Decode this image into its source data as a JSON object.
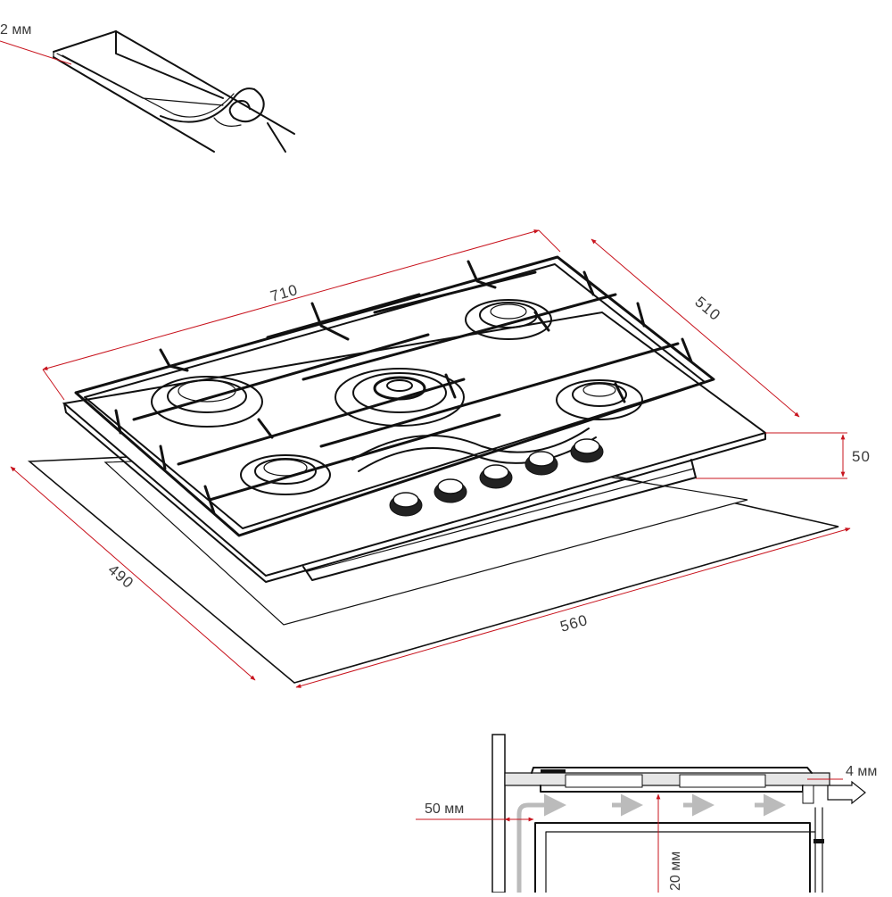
{
  "labels": {
    "seal_gap": "2 мм",
    "width": "710",
    "depth": "510",
    "height": "50",
    "cutout_depth": "490",
    "cutout_width": "560",
    "side_clearance": "50 мм",
    "bottom_gap": "20 мм",
    "edge_gap": "4 мм"
  },
  "colors": {
    "dimension": "#c8141e",
    "line": "#111111",
    "airflow": "#bbbbbb",
    "worktop": "#e6e6e6"
  }
}
